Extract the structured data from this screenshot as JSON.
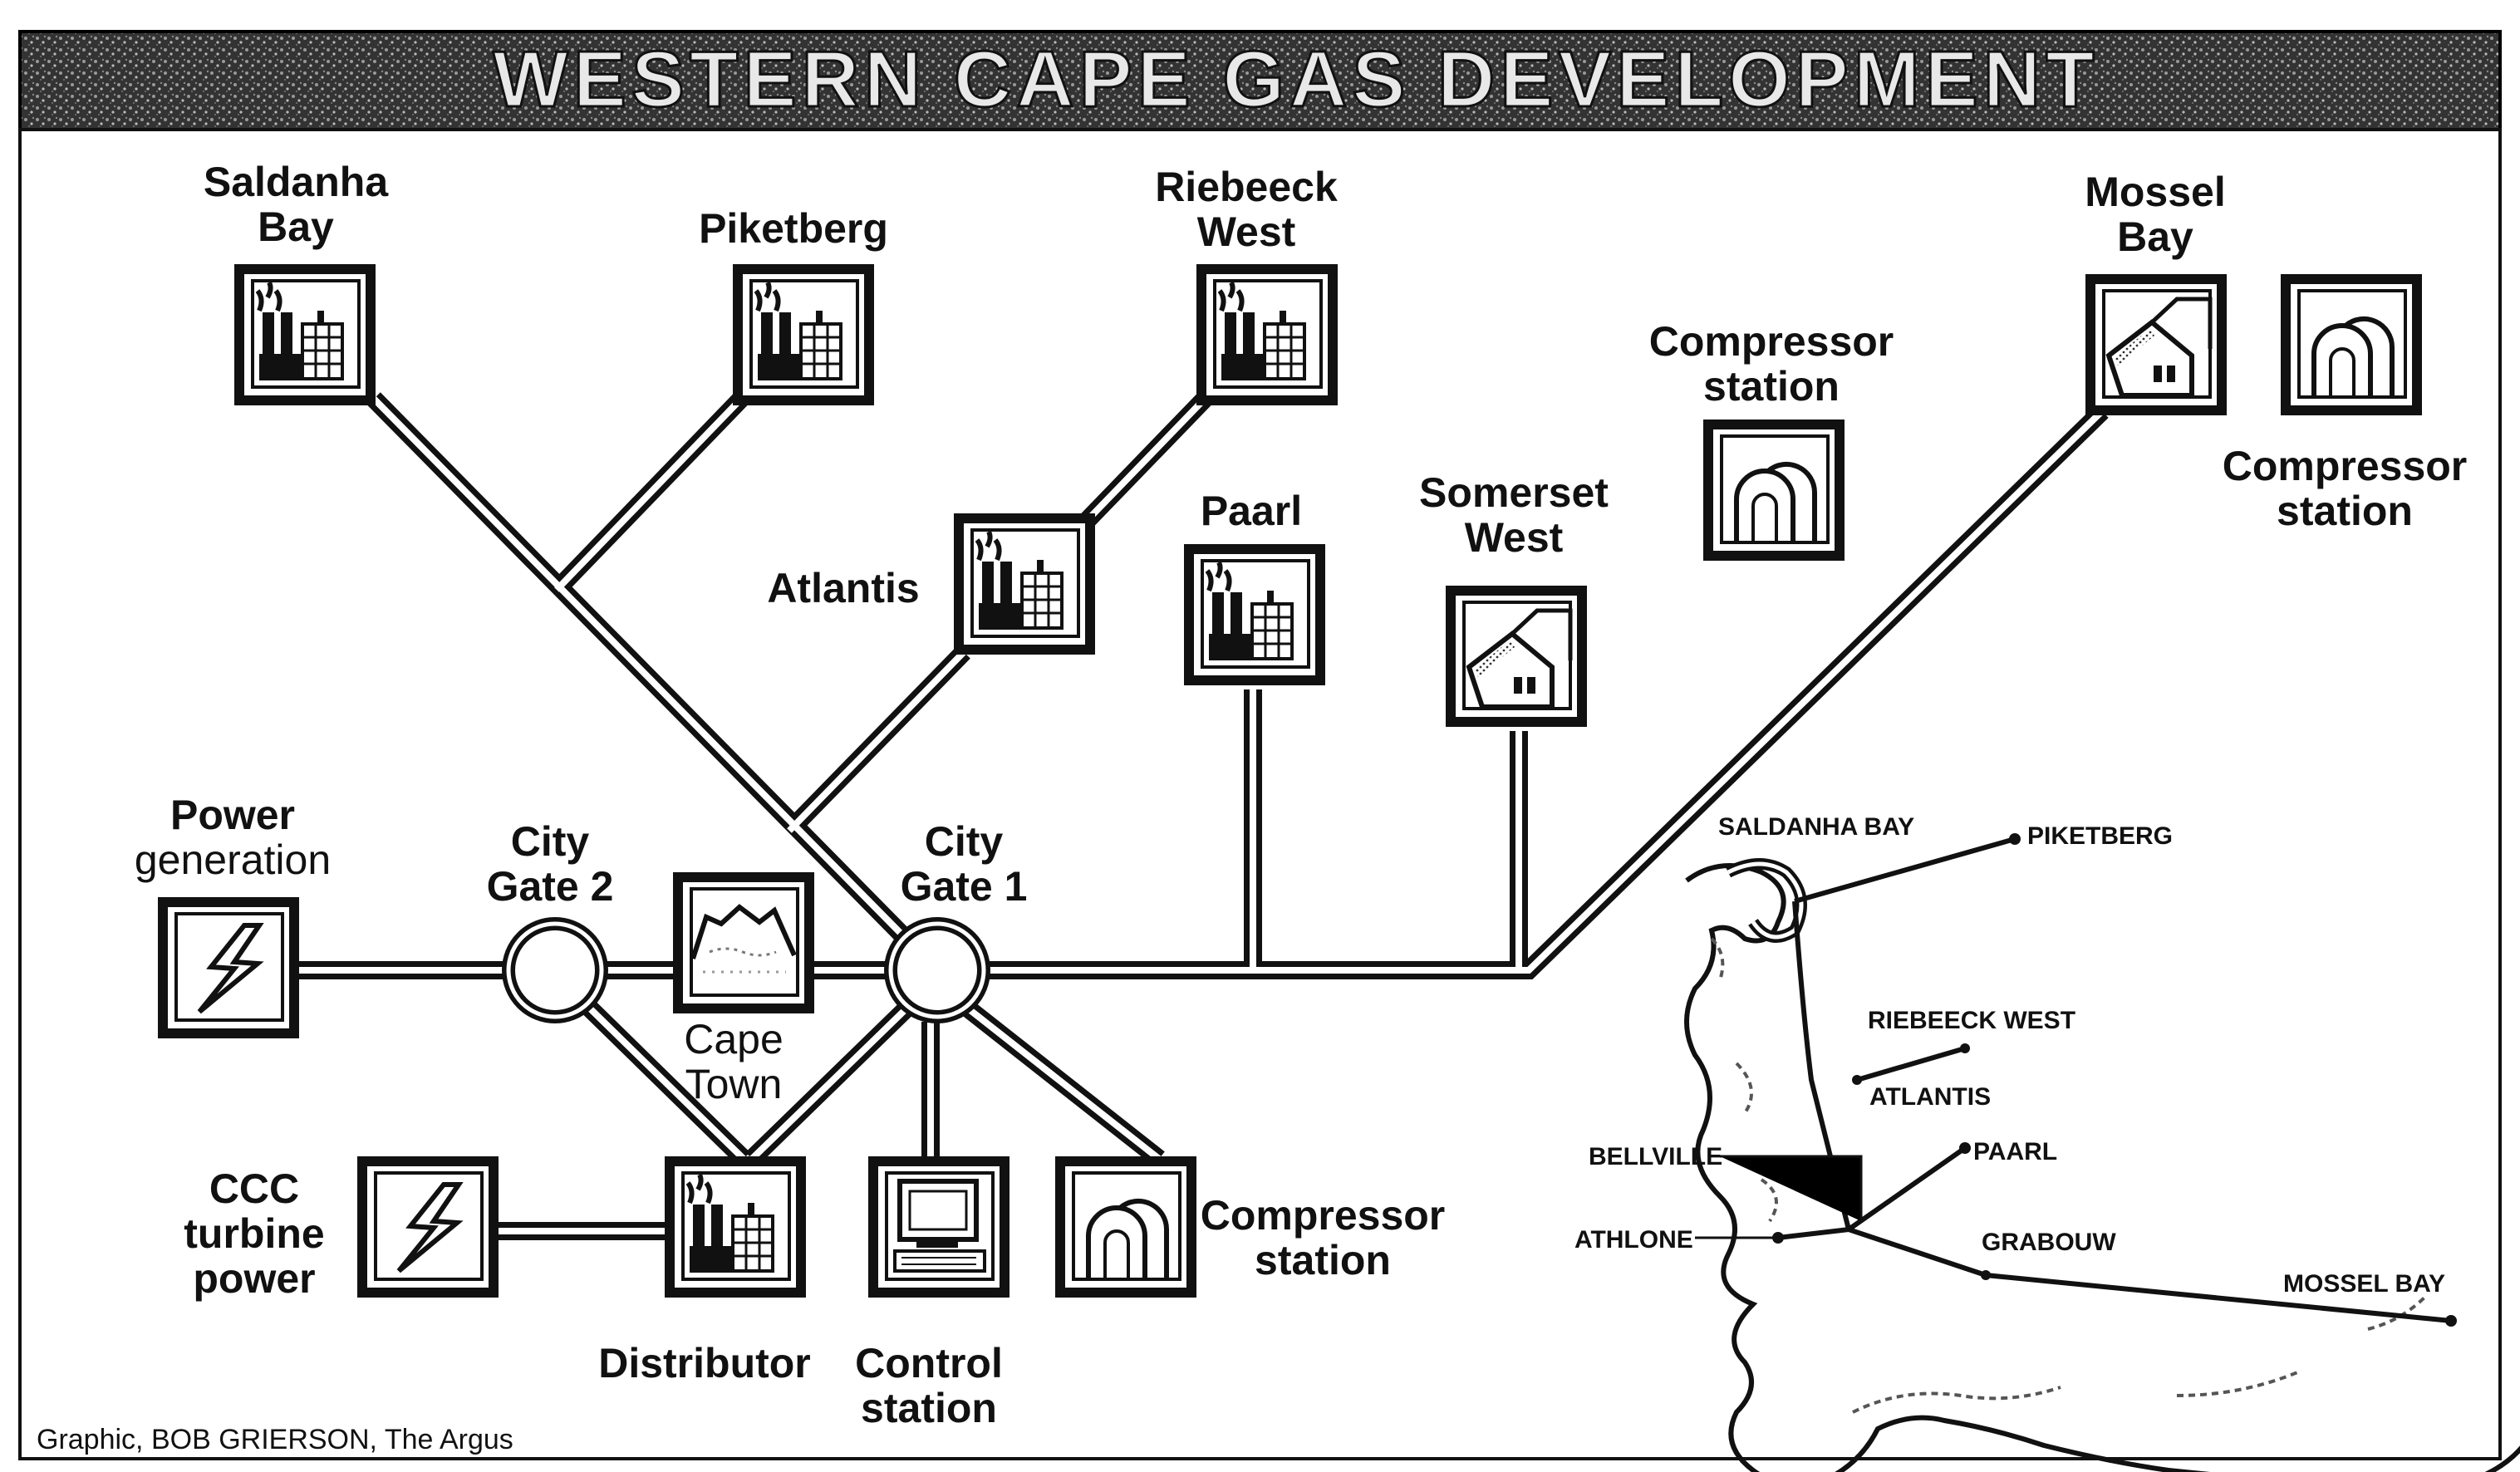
{
  "banner": {
    "title": "WESTERN CAPE GAS DEVELOPMENT"
  },
  "top_scrawl": "",
  "nodes": {
    "saldanha_bay": "Saldanha\nBay",
    "piketberg": "Piketberg",
    "riebeeck_west": "Riebeeck\nWest",
    "atlantis": "Atlantis",
    "paarl": "Paarl",
    "somerset_west": "Somerset\nWest",
    "compressor_mid": "Compressor\nstation",
    "mossel_bay": "Mossel\nBay",
    "compressor_right": "Compressor\nstation",
    "power_generation_1": "Power",
    "power_generation_2": "generation",
    "city_gate_2": "City\nGate 2",
    "city_gate_1": "City\nGate 1",
    "cape_town": "Cape\nTown",
    "ccc_turbine": "CCC\nturbine\npower",
    "distributor": "Distributor",
    "control_station": "Control\nstation",
    "compressor_bottom": "Compressor\nstation"
  },
  "map": {
    "saldanha_bay": "SALDANHA BAY",
    "piketberg": "PIKETBERG",
    "riebeeck_west": "RIEBEECK WEST",
    "atlantis": "ATLANTIS",
    "bellville": "BELLVILLE",
    "paarl": "PAARL",
    "athlone": "ATHLONE",
    "grabouw": "GRABOUW",
    "mossel_bay": "MOSSEL BAY"
  },
  "credit": "Graphic, BOB GRIERSON, The Argus"
}
